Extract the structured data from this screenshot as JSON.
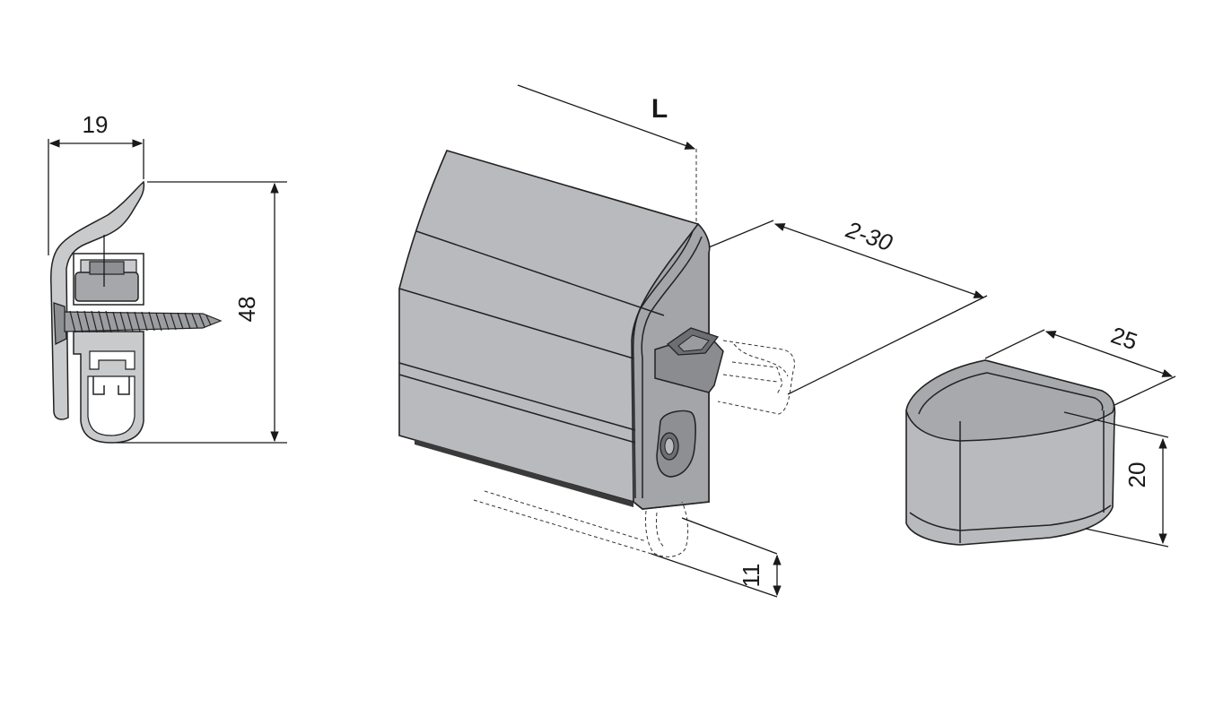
{
  "colors": {
    "housing": "#b9babd",
    "housing_dark": "#a4a5a8",
    "profile": "#c9cacc",
    "line": "#1a1a1a"
  },
  "dimensions": {
    "profile_width": "19",
    "profile_height": "48",
    "length": "L",
    "adjust_range": "2-30",
    "cap_depth": "25",
    "cap_height": "20",
    "drop": "11"
  }
}
